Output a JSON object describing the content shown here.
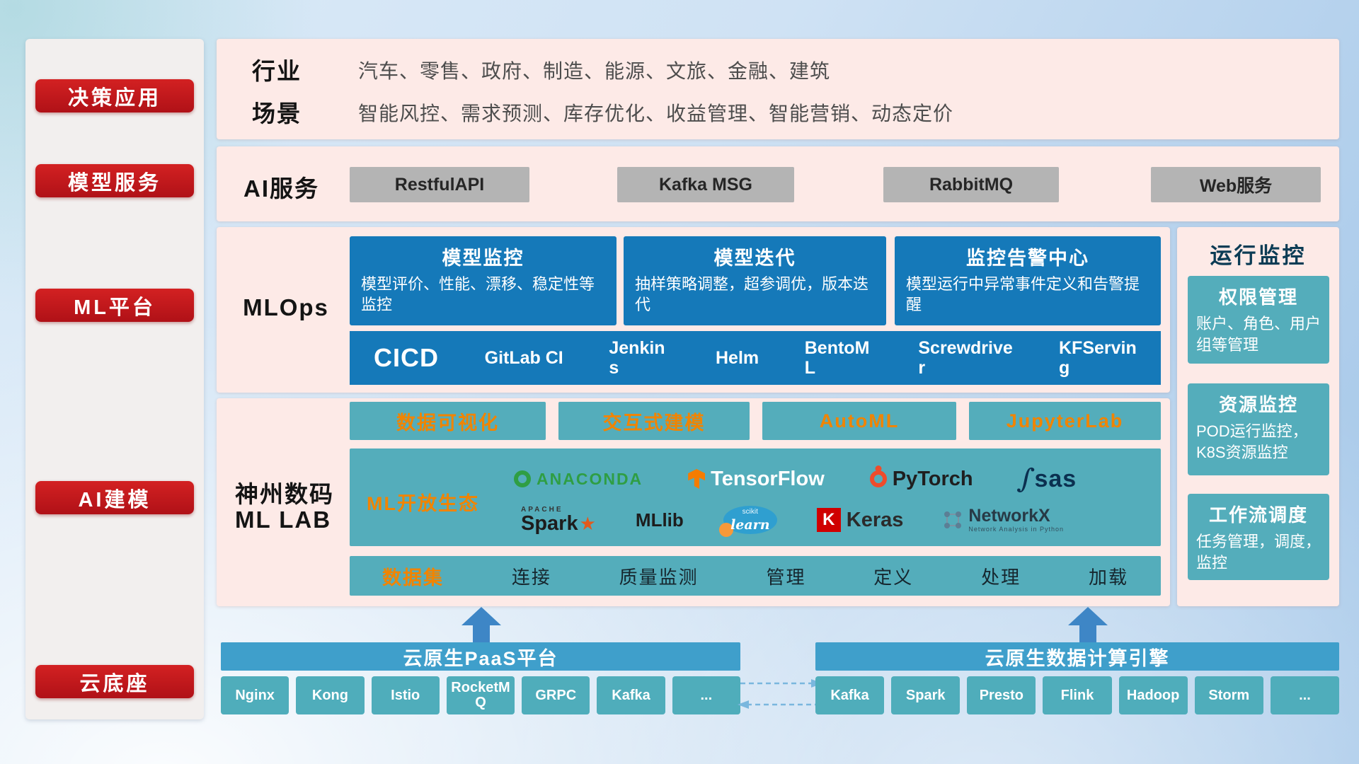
{
  "colors": {
    "accent_red": "#c5171c",
    "panel_pink": "#fdeae7",
    "primary_blue": "#1579b9",
    "teal": "#54adbb",
    "orange": "#f18400",
    "bar_blue": "#3f9fcb",
    "gray_button": "#b4b4b4"
  },
  "sidebar": {
    "items": [
      {
        "label": "决策应用"
      },
      {
        "label": "模型服务"
      },
      {
        "label": "ML平台"
      },
      {
        "label": "AI建模"
      },
      {
        "label": "云底座"
      }
    ]
  },
  "industry_row": {
    "industry_label": "行业",
    "industry_text": "汽车、零售、政府、制造、能源、文旅、金融、建筑",
    "scene_label": "场景",
    "scene_text": "智能风控、需求预测、库存优化、收益管理、智能营销、动态定价"
  },
  "ai_service_row": {
    "label": "AI服务",
    "items": [
      "RestfulAPI",
      "Kafka MSG",
      "RabbitMQ",
      "Web服务"
    ]
  },
  "mlops": {
    "label": "MLOps",
    "cards": [
      {
        "title": "模型监控",
        "desc": "模型评价、性能、漂移、稳定性等监控"
      },
      {
        "title": "模型迭代",
        "desc": "抽样策略调整，超参调优，版本迭代"
      },
      {
        "title": "监控告警中心",
        "desc": "模型运行中异常事件定义和告警提醒"
      }
    ],
    "cicd_label": "CICD",
    "cicd_items": [
      "GitLab CI",
      "Jenkins",
      "Helm",
      "BentoML",
      "Screwdriver",
      "KFServing"
    ]
  },
  "ml_lab": {
    "label_line1": "神州数码",
    "label_line2": "ML LAB",
    "tools": [
      "数据可视化",
      "交互式建模",
      "AutoML",
      "JupyterLab"
    ],
    "ecosystem_label": "ML开放生态",
    "logos": {
      "anaconda": "ANACONDA",
      "tensorflow": "TensorFlow",
      "pytorch": "PyTorch",
      "sas": "sas",
      "spark_small": "APACHE",
      "spark": "Spark",
      "mllib": "MLlib",
      "scikit_small": "scikit",
      "scikit": "learn",
      "keras_k": "K",
      "keras": "Keras",
      "networkx": "NetworkX",
      "networkx_sub": "Network Analysis in Python"
    },
    "dataset_label": "数据集",
    "dataset_items": [
      "连接",
      "质量监测",
      "管理",
      "定义",
      "处理",
      "加载"
    ]
  },
  "monitor_panel": {
    "title": "运行监控",
    "cards": [
      {
        "title": "权限管理",
        "desc": "账户、角色、用户组等管理"
      },
      {
        "title": "资源监控",
        "desc": "POD运行监控，K8S资源监控"
      },
      {
        "title": "工作流调度",
        "desc": "任务管理，调度，监控"
      }
    ]
  },
  "cloud_base": {
    "paas_title": "云原生PaaS平台",
    "paas_chips": [
      "Nginx",
      "Kong",
      "Istio",
      "RocketMQ",
      "GRPC",
      "Kafka",
      "..."
    ],
    "engine_title": "云原生数据计算引擎",
    "engine_chips": [
      "Kafka",
      "Spark",
      "Presto",
      "Flink",
      "Hadoop",
      "Storm",
      "..."
    ]
  }
}
